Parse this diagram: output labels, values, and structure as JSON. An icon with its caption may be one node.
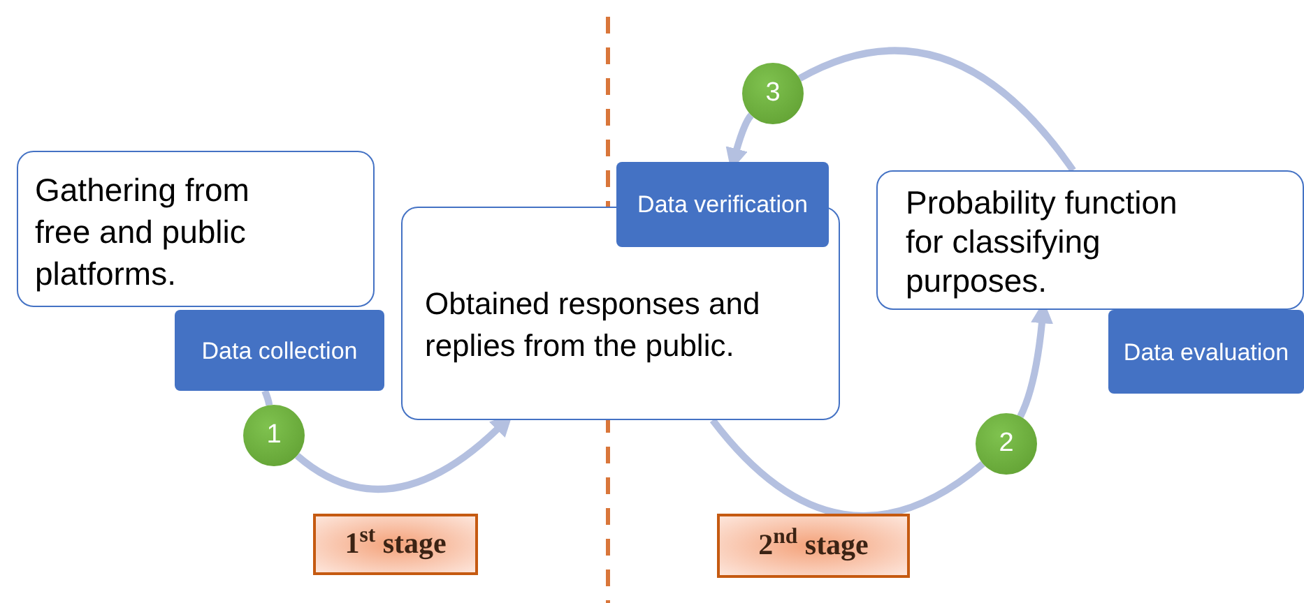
{
  "diagram": {
    "nodes": [
      {
        "text": [
          "Gathering from free and public platforms."
        ]
      },
      {
        "text": [
          "Data collection"
        ]
      },
      {
        "text": [
          "Obtained responses and replies from the public."
        ]
      },
      {
        "text": [
          "Data verification"
        ]
      },
      {
        "text": [
          "Probability function for classifying purposes."
        ]
      },
      {
        "text": [
          "Data evaluation"
        ]
      },
      {
        "text": [
          "1"
        ]
      },
      {
        "text": [
          "2"
        ]
      },
      {
        "text": [
          "3"
        ]
      },
      {
        "text": [
          "1$^{st}$ stage"
        ]
      },
      {
        "text": [
          "2$^{nd}$ stage"
        ]
      }
    ],
    "edges": [
      {
        "from": 1,
        "to": 6,
        "arrow": "none"
      },
      {
        "from": 6,
        "to": 2,
        "arrow": "to"
      },
      {
        "from": 2,
        "to": 7,
        "arrow": "none"
      },
      {
        "from": 7,
        "to": 4,
        "arrow": "to"
      },
      {
        "from": 4,
        "to": 8,
        "arrow": "none"
      },
      {
        "from": 8,
        "to": 3,
        "arrow": "to"
      }
    ]
  }
}
